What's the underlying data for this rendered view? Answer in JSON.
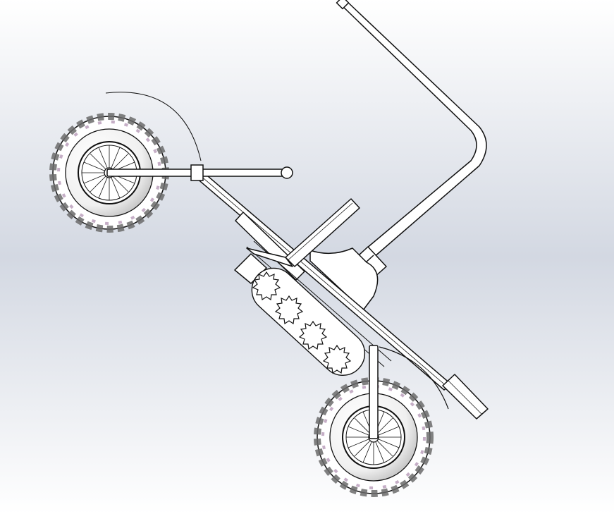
{
  "viewport": {
    "name": "cad-model-viewport",
    "background_top": "#ffffff",
    "background_mid": "#d3d8e2",
    "background_bottom": "#ffffff"
  },
  "model": {
    "description_text": "",
    "line_color": "#111111",
    "fill_color": "#ffffff",
    "tread_shadow_color": "#6b6b6b",
    "tread_tint_color": "#b69ab8",
    "parts": [
      "main-frame-bar",
      "handle-bar",
      "front-wheel",
      "rear-wheel",
      "swing-arm",
      "gear-track",
      "fork",
      "bracket"
    ]
  }
}
